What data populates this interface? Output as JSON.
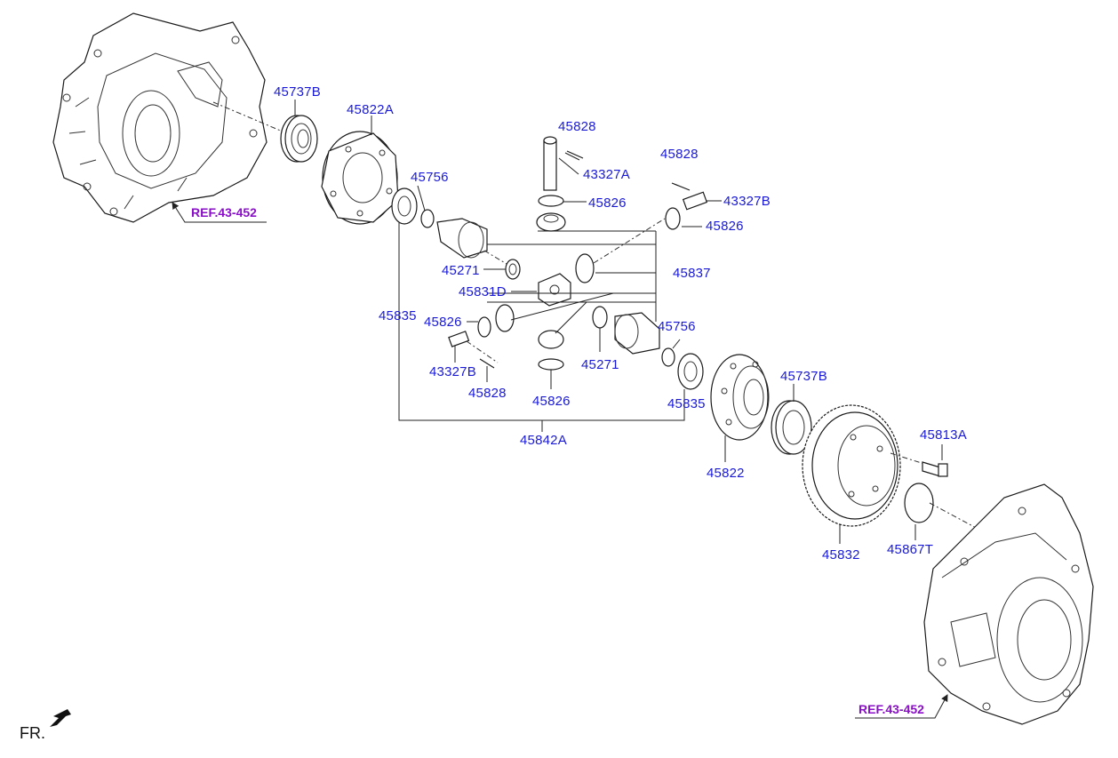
{
  "colors": {
    "part_label": "#1a1ad6",
    "ref_label": "#8a10c8",
    "line": "#222222"
  },
  "labels": {
    "l45737b_top": "45737B",
    "l45822a": "45822A",
    "l45756_top": "45756",
    "l45828_top": "45828",
    "l43327a": "43327A",
    "l45826_top": "45826",
    "l45828_right": "45828",
    "l43327b_right": "43327B",
    "l45826_right": "45826",
    "l45271_left": "45271",
    "l45837": "45837",
    "l45831d": "45831D",
    "l45835_left": "45835",
    "l45826_left": "45826",
    "l45756_right": "45756",
    "l43327b_left": "43327B",
    "l45271_mid": "45271",
    "l45828_left": "45828",
    "l45826_bottom": "45826",
    "l45835_right": "45835",
    "l45842a": "45842A",
    "l45737b_right": "45737B",
    "l45822": "45822",
    "l45813a": "45813A",
    "l45832": "45832",
    "l45867t": "45867T"
  },
  "refs": {
    "ref_top": "REF.43-452",
    "ref_bottom": "REF.43-452"
  },
  "fr": {
    "text": "FR."
  },
  "icons": {
    "fr_arrow": "arrow-down-left-icon",
    "ref_arrow": "leader-arrow-icon"
  }
}
